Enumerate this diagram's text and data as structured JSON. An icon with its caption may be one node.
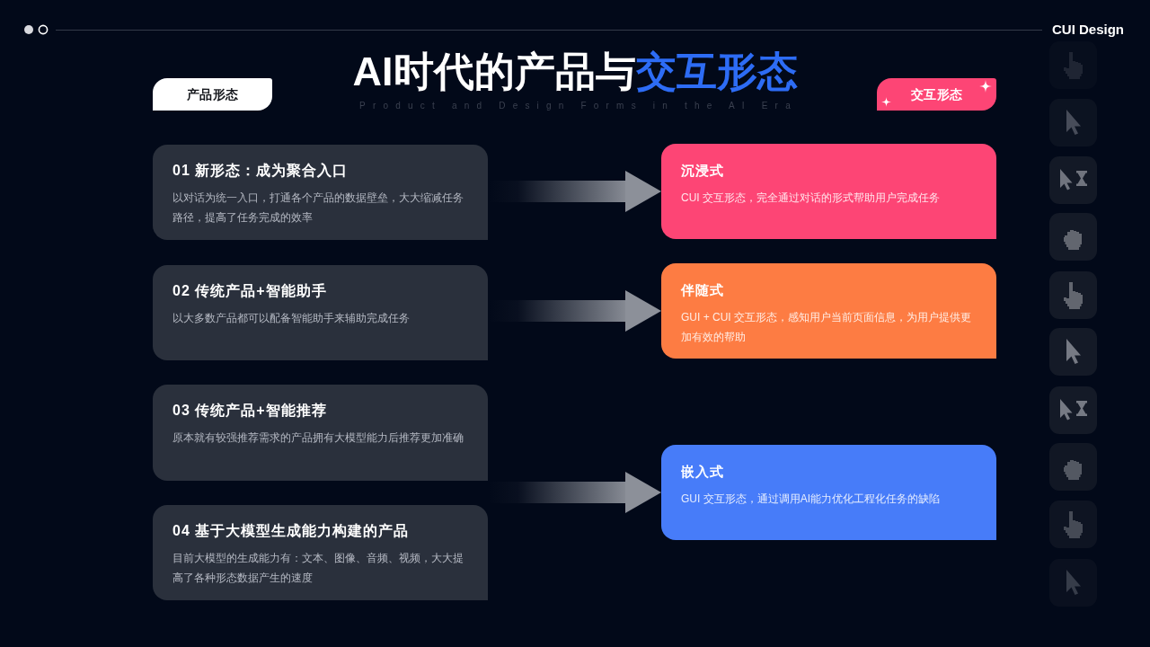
{
  "diagram": {
    "title": "AI时代的产品与交互形态",
    "nodes": [
      {
        "text": [
          "产品形态"
        ]
      },
      {
        "text": [
          "交互形态"
        ]
      },
      {
        "text": [
          "01 新形态：成为聚合入口",
          "以对话为统一入口，打通各个产品的数据壁垒，大大缩减任务路径，提高了任务完成的效率"
        ]
      },
      {
        "text": [
          "02 传统产品+智能助手",
          "以大多数产品都可以配备智能助手来辅助完成任务"
        ]
      },
      {
        "text": [
          "03 传统产品+智能推荐",
          "原本就有较强推荐需求的产品拥有大模型能力后推荐更加准确"
        ]
      },
      {
        "text": [
          "04 基于大模型生成能力构建的产品",
          "目前大模型的生成能力有：文本、图像、音频、视频，大大提高了各种形态数据产生的速度"
        ]
      },
      {
        "text": [
          "沉浸式",
          "CUI 交互形态，完全通过对话的形式帮助用户完成任务"
        ]
      },
      {
        "text": [
          "伴随式",
          "GUI + CUI 交互形态，感知用户当前页面信息，为用户提供更加有效的帮助"
        ]
      },
      {
        "text": [
          "嵌入式",
          "GUI 交互形态，通过调用AI能力优化工程化任务的缺陷"
        ]
      }
    ],
    "edges": [
      {
        "from": 2,
        "to": 6,
        "arrow": "to"
      },
      {
        "from": 3,
        "to": 7,
        "arrow": "to"
      },
      {
        "from": 4,
        "to": 8,
        "arrow": "to"
      },
      {
        "from": 5,
        "to": 8,
        "arrow": "to"
      }
    ],
    "labels": [
      "CUI Design",
      "Product and Design Forms in the AI Era"
    ]
  }
}
